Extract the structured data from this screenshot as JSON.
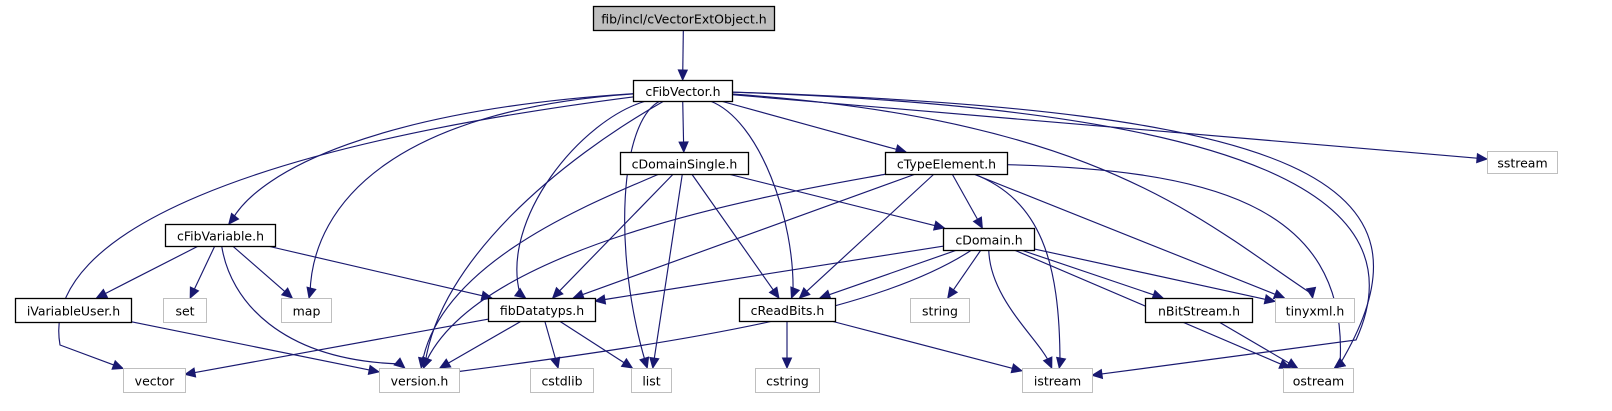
{
  "diagram": {
    "title": "fib/incl/cVectorExtObject.h",
    "colors": {
      "edge": "#191970",
      "root_fill": "#bfbfbf",
      "node_border": "#000000",
      "external_border": "#bfbfbf"
    },
    "nodes": [
      {
        "id": "root",
        "label": "fib/incl/cVectorExtObject.h",
        "kind": "root"
      },
      {
        "id": "cFibVector",
        "label": "cFibVector.h",
        "kind": "header"
      },
      {
        "id": "cDomainSingle",
        "label": "cDomainSingle.h",
        "kind": "header"
      },
      {
        "id": "cTypeElement",
        "label": "cTypeElement.h",
        "kind": "header"
      },
      {
        "id": "sstream",
        "label": "sstream",
        "kind": "external"
      },
      {
        "id": "cFibVariable",
        "label": "cFibVariable.h",
        "kind": "header"
      },
      {
        "id": "cDomain",
        "label": "cDomain.h",
        "kind": "header"
      },
      {
        "id": "iVariableUser",
        "label": "iVariableUser.h",
        "kind": "header"
      },
      {
        "id": "set",
        "label": "set",
        "kind": "external"
      },
      {
        "id": "map",
        "label": "map",
        "kind": "external"
      },
      {
        "id": "fibDatatyps",
        "label": "fibDatatyps.h",
        "kind": "header"
      },
      {
        "id": "cReadBits",
        "label": "cReadBits.h",
        "kind": "header"
      },
      {
        "id": "string",
        "label": "string",
        "kind": "external"
      },
      {
        "id": "nBitStream",
        "label": "nBitStream.h",
        "kind": "header"
      },
      {
        "id": "tinyxml",
        "label": "tinyxml.h",
        "kind": "external"
      },
      {
        "id": "vector",
        "label": "vector",
        "kind": "external"
      },
      {
        "id": "version",
        "label": "version.h",
        "kind": "external"
      },
      {
        "id": "cstdlib",
        "label": "cstdlib",
        "kind": "external"
      },
      {
        "id": "list",
        "label": "list",
        "kind": "external"
      },
      {
        "id": "cstring",
        "label": "cstring",
        "kind": "external"
      },
      {
        "id": "istream",
        "label": "istream",
        "kind": "external"
      },
      {
        "id": "ostream",
        "label": "ostream",
        "kind": "external"
      }
    ],
    "edges": [
      [
        "root",
        "cFibVector"
      ],
      [
        "cFibVector",
        "cDomainSingle"
      ],
      [
        "cFibVector",
        "cTypeElement"
      ],
      [
        "cFibVector",
        "sstream"
      ],
      [
        "cFibVector",
        "cFibVariable"
      ],
      [
        "cFibVector",
        "map"
      ],
      [
        "cFibVector",
        "vector"
      ],
      [
        "cFibVector",
        "version"
      ],
      [
        "cFibVector",
        "fibDatatyps"
      ],
      [
        "cFibVector",
        "list"
      ],
      [
        "cFibVector",
        "cReadBits"
      ],
      [
        "cFibVector",
        "tinyxml"
      ],
      [
        "cFibVector",
        "istream"
      ],
      [
        "cFibVector",
        "ostream"
      ],
      [
        "cDomainSingle",
        "cDomain"
      ],
      [
        "cDomainSingle",
        "version"
      ],
      [
        "cDomainSingle",
        "fibDatatyps"
      ],
      [
        "cDomainSingle",
        "list"
      ],
      [
        "cDomainSingle",
        "cReadBits"
      ],
      [
        "cTypeElement",
        "cDomain"
      ],
      [
        "cTypeElement",
        "version"
      ],
      [
        "cTypeElement",
        "fibDatatyps"
      ],
      [
        "cTypeElement",
        "cReadBits"
      ],
      [
        "cTypeElement",
        "istream"
      ],
      [
        "cTypeElement",
        "tinyxml"
      ],
      [
        "cTypeElement",
        "ostream"
      ],
      [
        "cFibVariable",
        "iVariableUser"
      ],
      [
        "cFibVariable",
        "set"
      ],
      [
        "cFibVariable",
        "map"
      ],
      [
        "cFibVariable",
        "version"
      ],
      [
        "cFibVariable",
        "fibDatatyps"
      ],
      [
        "iVariableUser",
        "version"
      ],
      [
        "cDomain",
        "fibDatatyps"
      ],
      [
        "cDomain",
        "cReadBits"
      ],
      [
        "cDomain",
        "string"
      ],
      [
        "cDomain",
        "version"
      ],
      [
        "cDomain",
        "istream"
      ],
      [
        "cDomain",
        "ostream"
      ],
      [
        "cDomain",
        "nBitStream"
      ],
      [
        "cDomain",
        "tinyxml"
      ],
      [
        "fibDatatyps",
        "vector"
      ],
      [
        "fibDatatyps",
        "version"
      ],
      [
        "fibDatatyps",
        "cstdlib"
      ],
      [
        "fibDatatyps",
        "list"
      ],
      [
        "cReadBits",
        "cstring"
      ],
      [
        "cReadBits",
        "istream"
      ],
      [
        "nBitStream",
        "ostream"
      ]
    ]
  }
}
